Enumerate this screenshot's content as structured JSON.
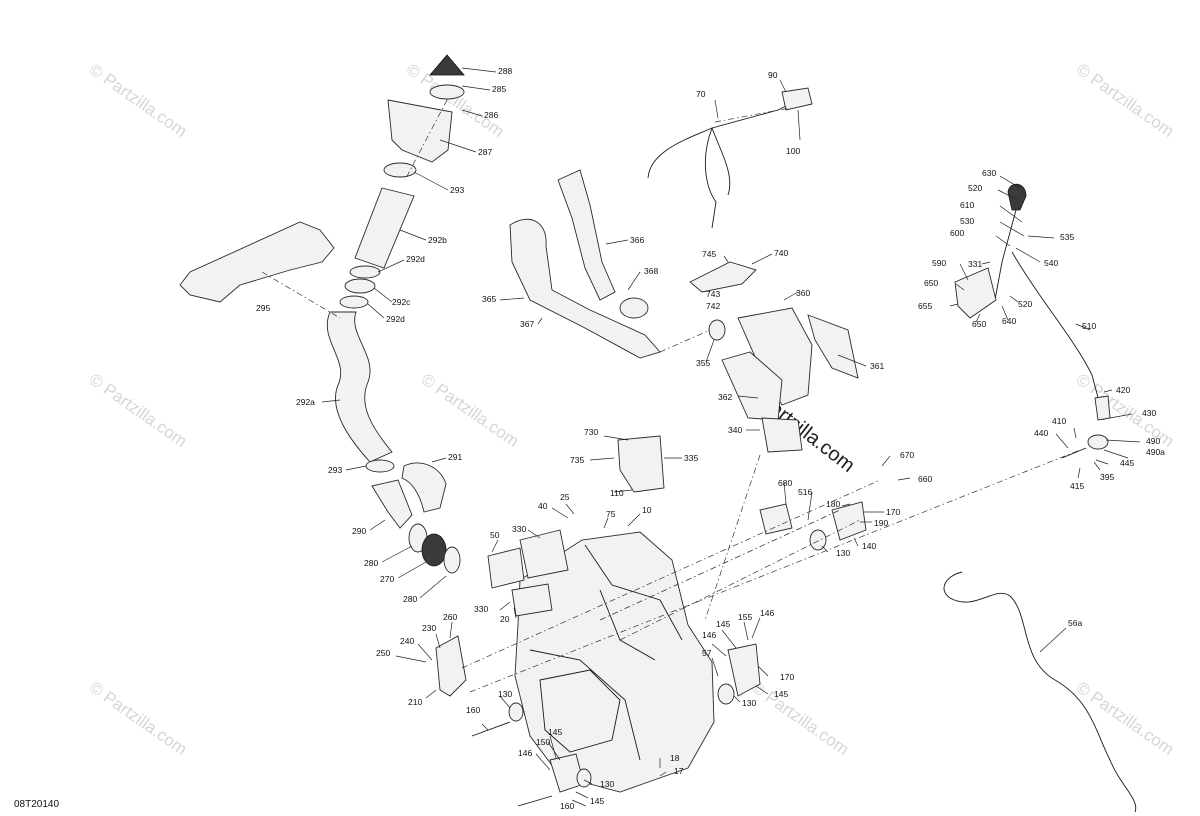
{
  "watermark": "© Partzilla.com",
  "drawing_ref": "08T20140",
  "callouts": {
    "c288": "288",
    "c285": "285",
    "c286": "286",
    "c287": "287",
    "c293a": "293",
    "c292b": "292b",
    "c292d_a": "292d",
    "c292c": "292c",
    "c292d_b": "292d",
    "c295": "295",
    "c292a": "292a",
    "c293b": "293",
    "c291": "291",
    "c290": "290",
    "c280a": "280",
    "c270": "270",
    "c280b": "280",
    "c70": "70",
    "c90": "90",
    "c100": "100",
    "c366": "366",
    "c368": "368",
    "c365": "365",
    "c367": "367",
    "c355": "355",
    "c745": "745",
    "c740": "740",
    "c743": "743",
    "c742": "742",
    "c360": "360",
    "c361": "361",
    "c362": "362",
    "c340": "340",
    "c630": "630",
    "c520a": "520",
    "c610": "610",
    "c530": "530",
    "c535": "535",
    "c600": "600",
    "c540": "540",
    "c331": "331",
    "c590": "590",
    "c650a": "650",
    "c655": "655",
    "c520b": "520",
    "c650b": "650",
    "c640": "640",
    "c510": "510",
    "c420": "420",
    "c410": "410",
    "c430": "430",
    "c440": "440",
    "c490": "490",
    "c490a": "490a",
    "c445": "445",
    "c415": "415",
    "c395": "395",
    "c730": "730",
    "c735": "735",
    "c335": "335",
    "c110": "110",
    "c25": "25",
    "c40": "40",
    "c75": "75",
    "c10": "10",
    "c330a": "330",
    "c50": "50",
    "c330b": "330",
    "c20": "20",
    "c670": "670",
    "c660": "660",
    "c680": "680",
    "c516": "516",
    "c180": "180",
    "c170a": "170",
    "c190": "190",
    "c140": "140",
    "c130a": "130",
    "c56a": "56a",
    "c260": "260",
    "c230": "230",
    "c240": "240",
    "c250": "250",
    "c210": "210",
    "c130b": "130",
    "c160a": "160",
    "c155": "155",
    "c146a": "146",
    "c145a": "145",
    "c146b": "146",
    "c57": "57",
    "c170b": "170",
    "c145b": "145",
    "c130c": "130",
    "c145c": "145",
    "c150": "150",
    "c146c": "146",
    "c130d": "130",
    "c18": "18",
    "c17": "17",
    "c160b": "160",
    "c145d": "145"
  }
}
